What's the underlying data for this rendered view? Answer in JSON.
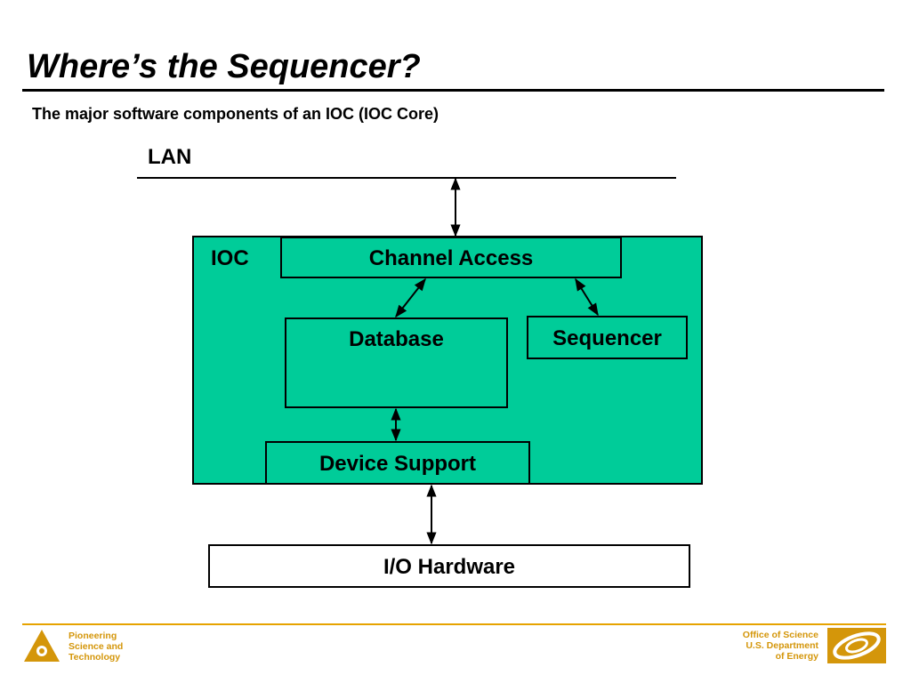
{
  "slide": {
    "title": "Where’s the Sequencer?",
    "subtitle": "The major software components of an IOC (IOC Core)"
  },
  "diagram": {
    "lan_label": "LAN",
    "ioc_label": "IOC",
    "channel_access": "Channel Access",
    "database": "Database",
    "sequencer": "Sequencer",
    "device_support": "Device Support",
    "io_hardware": "I/O Hardware",
    "fill_color": "#00cc99"
  },
  "footer": {
    "left_text": "Pioneering\nScience and\nTechnology",
    "right_text": "Office of Science\nU.S. Department\nof Energy",
    "accent_color": "#d4960a"
  }
}
